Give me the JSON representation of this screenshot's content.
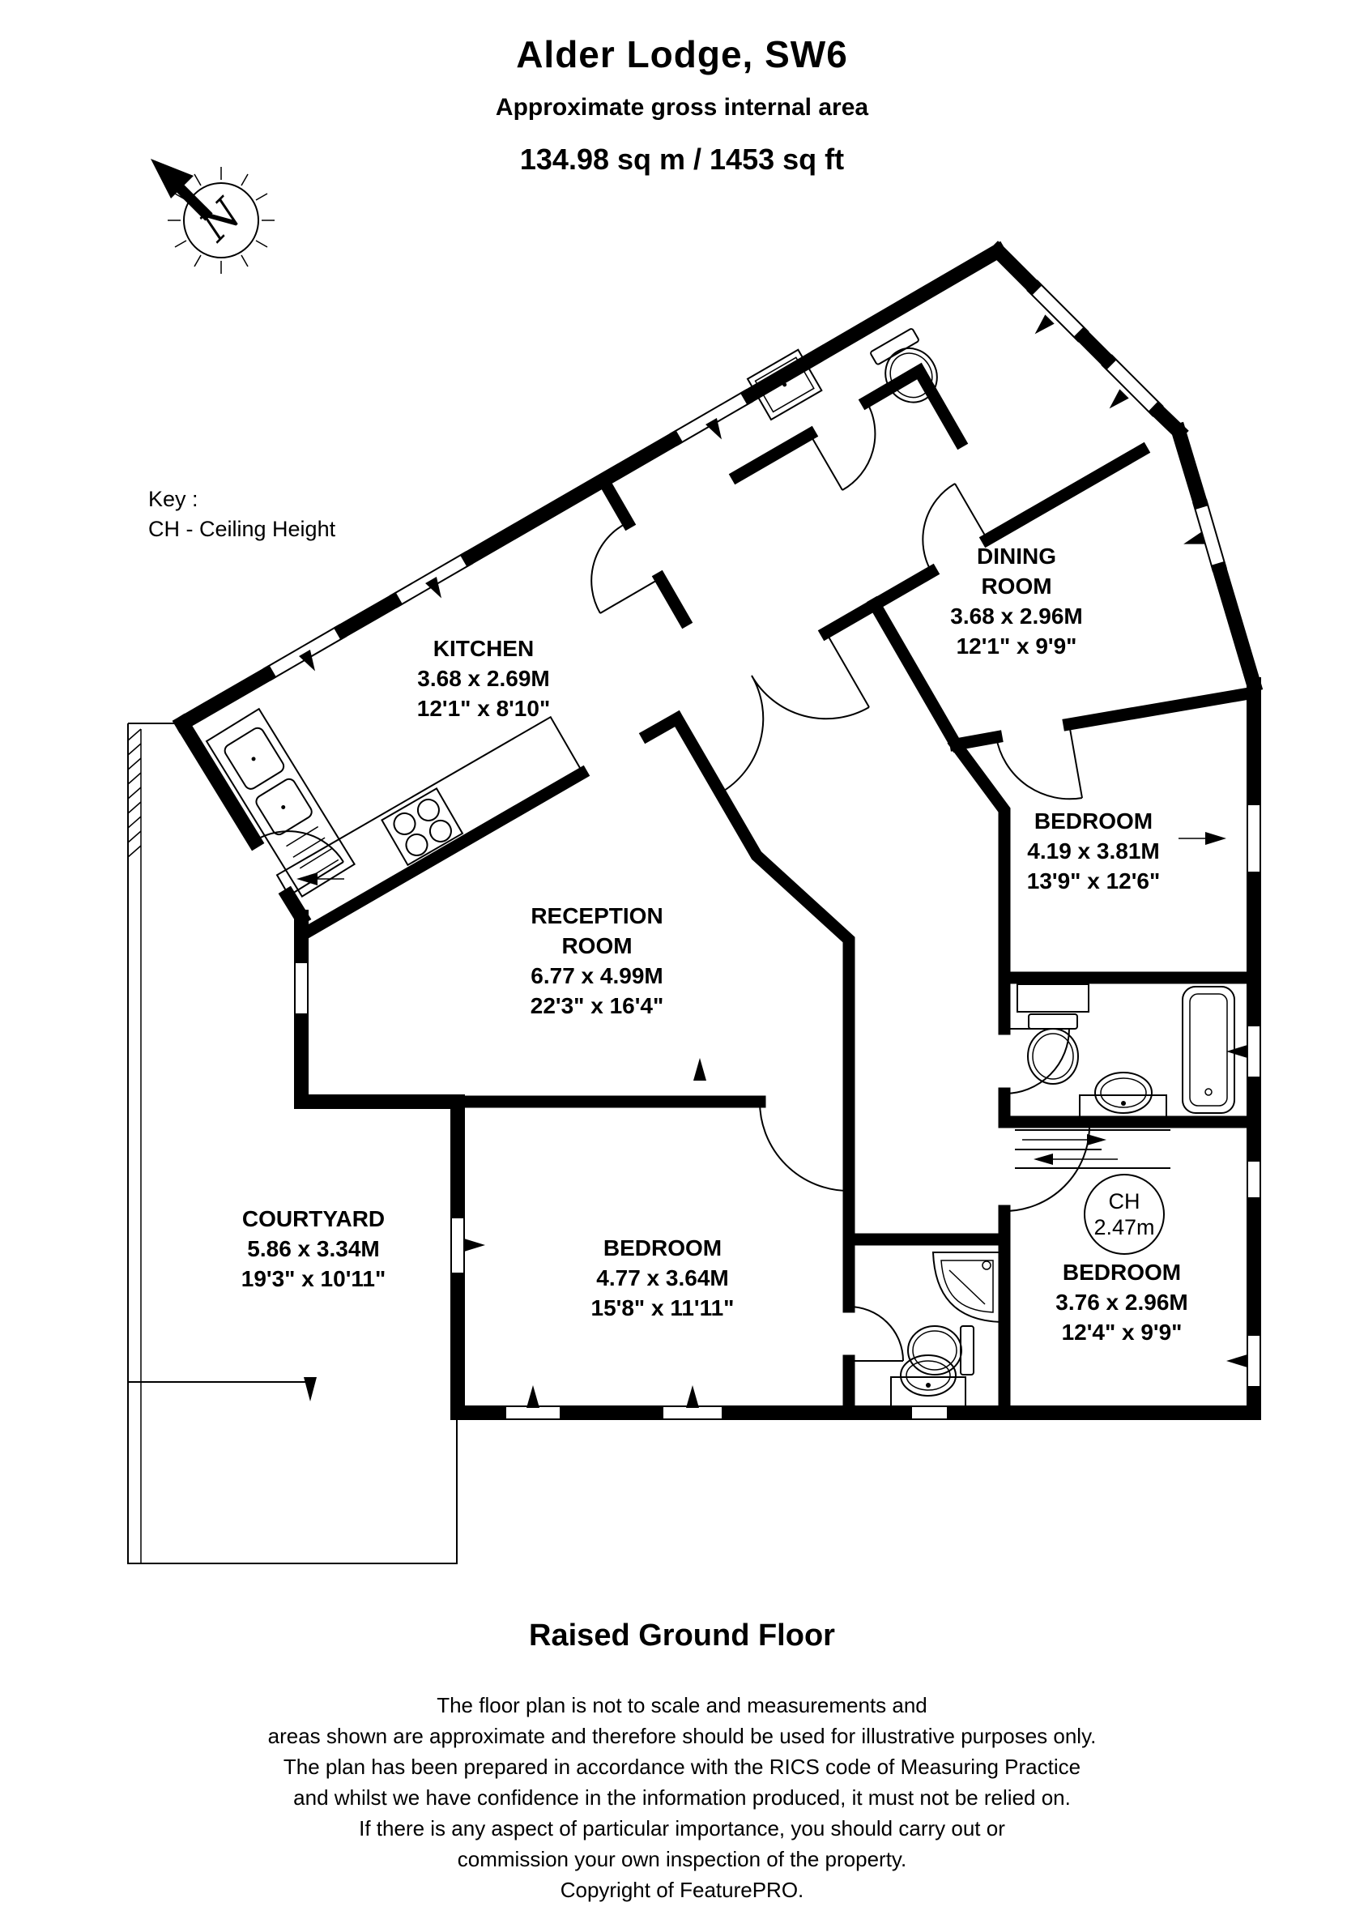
{
  "header": {
    "title": "Alder Lodge, SW6",
    "subtitle": "Approximate gross internal area",
    "area": "134.98 sq m / 1453 sq ft"
  },
  "key": {
    "line1": "Key :",
    "line2": "CH - Ceiling Height"
  },
  "compass": {
    "letter": "N"
  },
  "rooms": {
    "kitchen": {
      "name": "KITCHEN",
      "metric": "3.68 x 2.69M",
      "imperial": "12'1\" x 8'10\""
    },
    "dining": {
      "name1": "DINING",
      "name2": "ROOM",
      "metric": "3.68 x 2.96M",
      "imperial": "12'1\" x 9'9\""
    },
    "bedroom_right": {
      "name": "BEDROOM",
      "metric": "4.19 x 3.81M",
      "imperial": "13'9\" x 12'6\""
    },
    "reception": {
      "name1": "RECEPTION",
      "name2": "ROOM",
      "metric": "6.77 x 4.99M",
      "imperial": "22'3\" x 16'4\""
    },
    "courtyard": {
      "name": "COURTYARD",
      "metric": "5.86 x 3.34M",
      "imperial": "19'3\" x 10'11\""
    },
    "bedroom_middle": {
      "name": "BEDROOM",
      "metric": "4.77 x 3.64M",
      "imperial": "15'8\" x 11'11\""
    },
    "bedroom_bottom_right": {
      "name": "BEDROOM",
      "metric": "3.76 x 2.96M",
      "imperial": "12'4\" x 9'9\""
    }
  },
  "ceiling_height": {
    "label": "CH",
    "value": "2.47m"
  },
  "floor_label": "Raised Ground Floor",
  "disclaimer": {
    "line1": "The floor plan is not to scale and measurements and",
    "line2": "areas shown are approximate and therefore should be used for illustrative purposes only.",
    "line3": "The plan has been prepared in accordance with the RICS code of Measuring Practice",
    "line4": "and whilst we have confidence in the information produced, it must not be relied on.",
    "line5": "If there is any aspect of particular importance, you should carry out or",
    "line6": "commission your own inspection of the property.",
    "line7": "Copyright of FeaturePRO."
  },
  "colors": {
    "wall": "#000000",
    "background": "#ffffff"
  }
}
